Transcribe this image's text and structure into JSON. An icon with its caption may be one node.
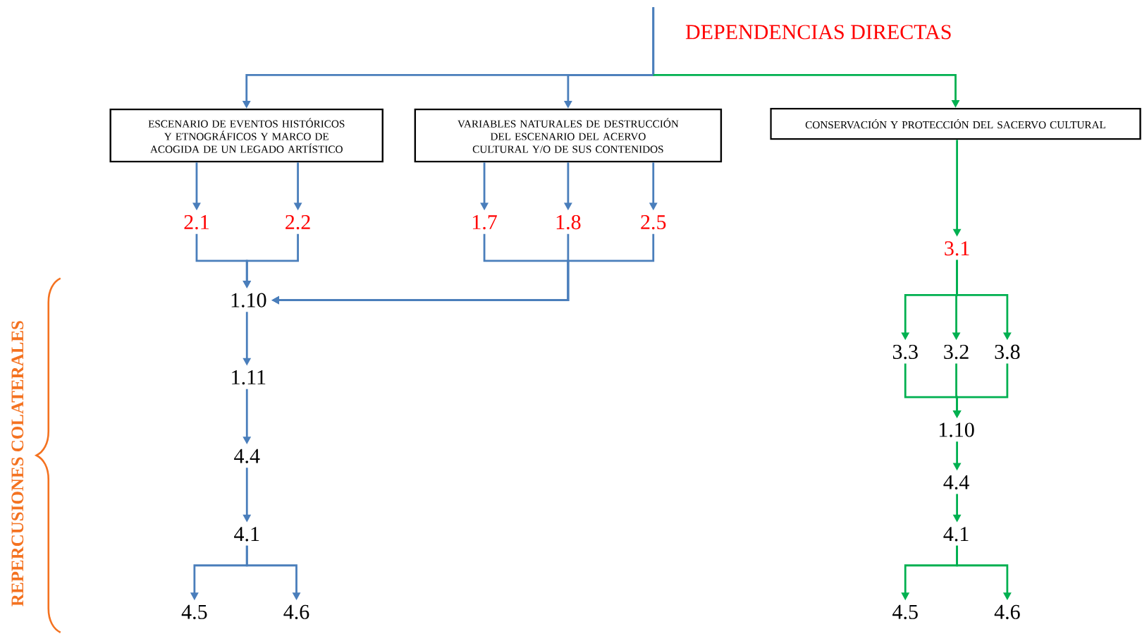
{
  "diagram": {
    "title": "DEPENDENCIAS DIRECTAS",
    "nodes": [
      {
        "text": [
          "ESCENARIO DE EVENTOS HISTÓRICOS Y ETNOGRÁFICOS Y MARCO DE ACOGIDA DE UN LEGADO ARTÍSTICO"
        ]
      },
      {
        "text": [
          "VARIABLES NATURALES DE DESTRUCCIÓN DEL ESCENARIO DEL ACERVO CULTURAL Y/O DE SUS CONTENIDOS"
        ]
      },
      {
        "text": [
          "CONSERVACIÓN Y PROTECCIÓN DEL SACERVO CULTURAL"
        ]
      },
      {
        "text": [
          "2.1"
        ]
      },
      {
        "text": [
          "2.2"
        ]
      },
      {
        "text": [
          "1.7"
        ]
      },
      {
        "text": [
          "1.8"
        ]
      },
      {
        "text": [
          "2.5"
        ]
      },
      {
        "text": [
          "3.1"
        ]
      },
      {
        "text": [
          "1.10"
        ]
      },
      {
        "text": [
          "1.11"
        ]
      },
      {
        "text": [
          "4.4"
        ]
      },
      {
        "text": [
          "4.1"
        ]
      },
      {
        "text": [
          "4.5"
        ]
      },
      {
        "text": [
          "4.6"
        ]
      },
      {
        "text": [
          "3.3"
        ]
      },
      {
        "text": [
          "3.2"
        ]
      },
      {
        "text": [
          "3.8"
        ]
      },
      {
        "text": [
          "1.10"
        ]
      },
      {
        "text": [
          "4.4"
        ]
      },
      {
        "text": [
          "4.1"
        ]
      },
      {
        "text": [
          "4.5"
        ]
      },
      {
        "text": [
          "4.6"
        ]
      }
    ],
    "edges": [
      {
        "from": null,
        "to": 0,
        "arrow": "to"
      },
      {
        "from": null,
        "to": 1,
        "arrow": "to"
      },
      {
        "from": null,
        "to": 2,
        "arrow": "to",
        "color": "#00b050"
      },
      {
        "from": 0,
        "to": 3,
        "arrow": "to"
      },
      {
        "from": 0,
        "to": 4,
        "arrow": "to"
      },
      {
        "from": 1,
        "to": 5,
        "arrow": "to"
      },
      {
        "from": 1,
        "to": 6,
        "arrow": "to"
      },
      {
        "from": 1,
        "to": 7,
        "arrow": "to"
      },
      {
        "from": 2,
        "to": 8,
        "arrow": "to",
        "color": "#00b050"
      },
      {
        "from": 3,
        "to": 9,
        "arrow": "to"
      },
      {
        "from": 4,
        "to": 9,
        "arrow": "to"
      },
      {
        "from": 5,
        "to": 9,
        "arrow": "to"
      },
      {
        "from": 6,
        "to": 9,
        "arrow": "to"
      },
      {
        "from": 7,
        "to": 9,
        "arrow": "to"
      },
      {
        "from": 9,
        "to": 10,
        "arrow": "to"
      },
      {
        "from": 10,
        "to": 11,
        "arrow": "to"
      },
      {
        "from": 11,
        "to": 12,
        "arrow": "to"
      },
      {
        "from": 12,
        "to": 13,
        "arrow": "to"
      },
      {
        "from": 12,
        "to": 14,
        "arrow": "to"
      },
      {
        "from": 8,
        "to": 15,
        "arrow": "to",
        "color": "#00b050"
      },
      {
        "from": 8,
        "to": 16,
        "arrow": "to",
        "color": "#00b050"
      },
      {
        "from": 8,
        "to": 17,
        "arrow": "to",
        "color": "#00b050"
      },
      {
        "from": 15,
        "to": 18,
        "arrow": "to",
        "color": "#00b050"
      },
      {
        "from": 16,
        "to": 18,
        "arrow": "to",
        "color": "#00b050"
      },
      {
        "from": 17,
        "to": 18,
        "arrow": "to",
        "color": "#00b050"
      },
      {
        "from": 18,
        "to": 19,
        "arrow": "to",
        "color": "#00b050"
      },
      {
        "from": 19,
        "to": 20,
        "arrow": "to",
        "color": "#00b050"
      },
      {
        "from": 20,
        "to": 21,
        "arrow": "to",
        "color": "#00b050"
      },
      {
        "from": 20,
        "to": 22,
        "arrow": "to",
        "color": "#00b050"
      }
    ],
    "labels": [
      "REPERCUSIONES COLATERALES"
    ]
  }
}
